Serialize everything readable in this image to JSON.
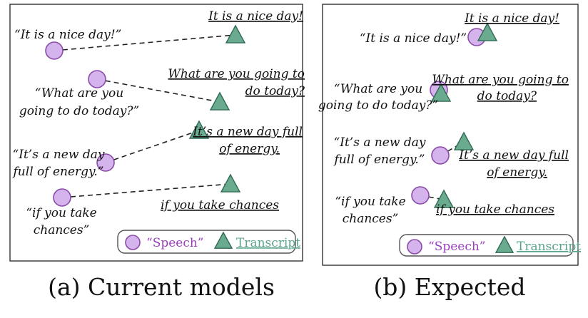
{
  "colors": {
    "speech_fill": "#d5b3ec",
    "speech_stroke": "#8a4ca8",
    "transcript_fill": "#6aab8f",
    "transcript_stroke": "#2f6a54",
    "legend_speech_text": "#9b3fc0",
    "legend_transcript_text": "#5aa58a"
  },
  "icons": {
    "speech": "purple-circle-icon",
    "transcript": "green-triangle-icon"
  },
  "legend": {
    "speech_label": "“Speech”",
    "transcript_label": "Transcript"
  },
  "panels": [
    {
      "caption": "(a) Current models",
      "pairs": [
        {
          "speech_lines": [
            "“It is a nice day!”"
          ],
          "transcript_lines": [
            "It is a nice day!"
          ]
        },
        {
          "speech_lines": [
            "“What are you",
            "going to do today?”"
          ],
          "transcript_lines": [
            "What are you going to",
            "do today?"
          ]
        },
        {
          "speech_lines": [
            "“It’s a new day",
            "full of energy.”"
          ],
          "transcript_lines": [
            "It’s a new day full",
            "of energy."
          ]
        },
        {
          "speech_lines": [
            "“if you take",
            "chances”"
          ],
          "transcript_lines": [
            "if you take chances"
          ]
        }
      ]
    },
    {
      "caption": "(b) Expected",
      "pairs": [
        {
          "speech_lines": [
            "“It is a nice day!”"
          ],
          "transcript_lines": [
            "It is a nice day!"
          ]
        },
        {
          "speech_lines": [
            "“What are you",
            "going to do today?”"
          ],
          "transcript_lines": [
            "What are you going to",
            "do today?"
          ]
        },
        {
          "speech_lines": [
            "“It’s a new day",
            "full of energy.”"
          ],
          "transcript_lines": [
            "It’s a new day full",
            "of energy."
          ]
        },
        {
          "speech_lines": [
            "“if you take",
            "chances”"
          ],
          "transcript_lines": [
            "if you take chances"
          ]
        }
      ]
    }
  ]
}
